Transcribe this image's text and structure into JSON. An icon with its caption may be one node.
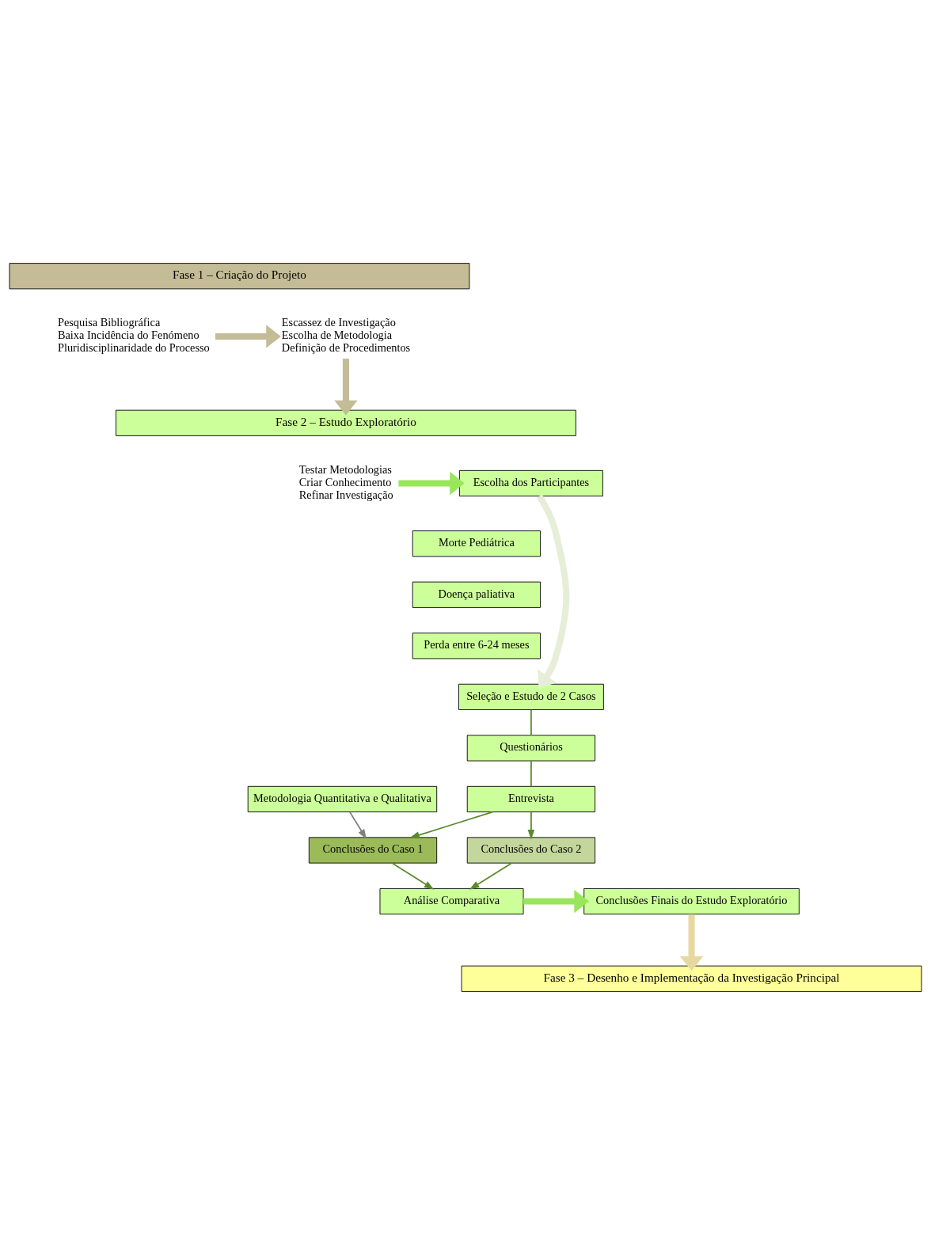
{
  "diagram": {
    "nodes": [
      {
        "text": [
          "Fase 1 – Criação do Projeto"
        ]
      },
      {
        "text": [
          "Pesquisa Bibliográfica",
          "Baixa Incidência do Fenómeno",
          "Pluridisciplinaridade do Processo"
        ]
      },
      {
        "text": [
          "Escassez de Investigação",
          "Escolha de Metodologia",
          "Definição de Procedimentos"
        ]
      },
      {
        "text": [
          "Fase 2 – Estudo Exploratório"
        ]
      },
      {
        "text": [
          "Testar Metodologias",
          "Criar Conhecimento",
          "Refinar Investigação"
        ]
      },
      {
        "text": [
          "Escolha dos Participantes"
        ]
      },
      {
        "text": [
          "Morte Pediátrica"
        ]
      },
      {
        "text": [
          "Doença paliativa"
        ]
      },
      {
        "text": [
          "Perda entre 6-24 meses"
        ]
      },
      {
        "text": [
          "Seleção e Estudo de 2 Casos"
        ]
      },
      {
        "text": [
          "Questionários"
        ]
      },
      {
        "text": [
          "Entrevista"
        ]
      },
      {
        "text": [
          "Metodologia Quantitativa e Qualitativa"
        ]
      },
      {
        "text": [
          "Conclusões do Caso 1"
        ]
      },
      {
        "text": [
          "Conclusões do Caso 2"
        ]
      },
      {
        "text": [
          "Análise Comparativa"
        ]
      },
      {
        "text": [
          "Conclusões Finais do Estudo Exploratório"
        ]
      },
      {
        "text": [
          "Fase 3 – Desenho e Implementação da Investigação Principal"
        ]
      }
    ],
    "edges": [
      {
        "from": 1,
        "to": 2,
        "arrow": "to",
        "style": "thick",
        "color": "#c4bc96"
      },
      {
        "from": 2,
        "to": 3,
        "arrow": "to",
        "style": "thick",
        "color": "#c4bc96"
      },
      {
        "from": 4,
        "to": 5,
        "arrow": "to",
        "style": "thick",
        "color": "#99e65c"
      },
      {
        "from": 5,
        "to": 9,
        "arrow": "to",
        "style": "thick",
        "color": "#e6eed8"
      },
      {
        "from": 9,
        "to": 10,
        "arrow": "none"
      },
      {
        "from": 10,
        "to": 11,
        "arrow": "none"
      },
      {
        "from": 11,
        "to": 13,
        "arrow": "to"
      },
      {
        "from": 11,
        "to": 14,
        "arrow": "to"
      },
      {
        "from": 12,
        "to": 13,
        "arrow": "to",
        "color": "#808080"
      },
      {
        "from": 13,
        "to": 15,
        "arrow": "to"
      },
      {
        "from": 14,
        "to": 15,
        "arrow": "to"
      },
      {
        "from": 15,
        "to": 16,
        "arrow": "to",
        "style": "thick",
        "color": "#99e65c"
      },
      {
        "from": 16,
        "to": 17,
        "arrow": "to",
        "style": "thick",
        "color": "#e6d8a0"
      }
    ]
  }
}
